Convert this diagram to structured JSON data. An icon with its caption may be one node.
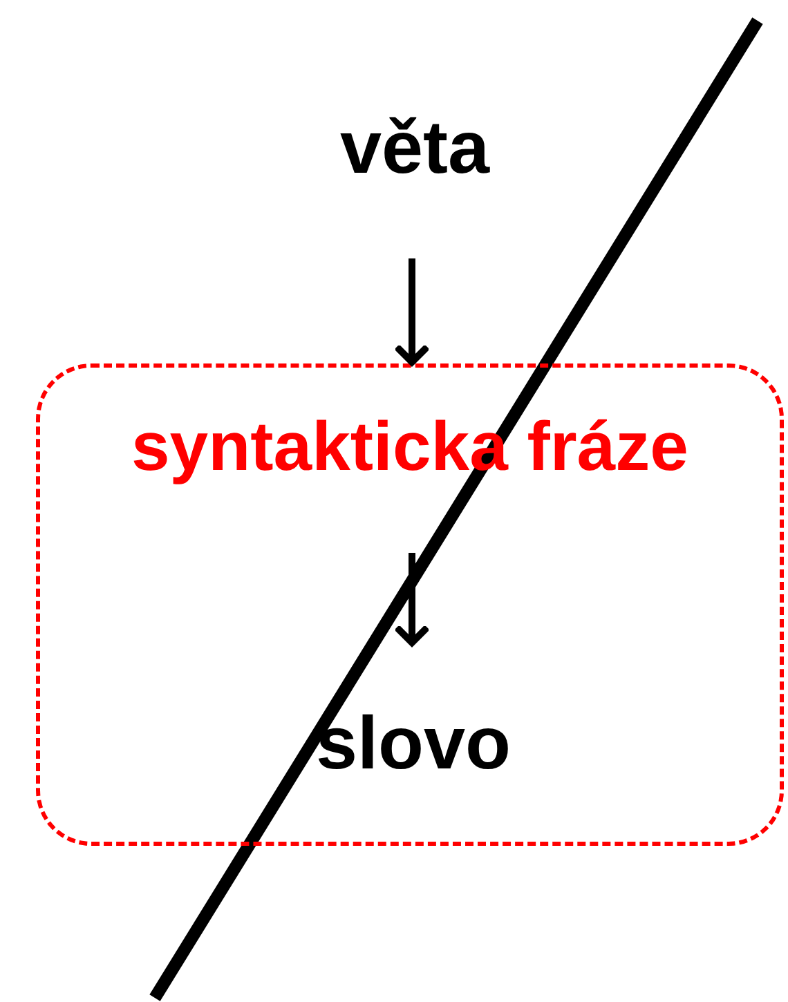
{
  "diagram": {
    "nodes": [
      {
        "text": [
          "věta"
        ]
      },
      {
        "text": [],
        "shape": "box"
      },
      {
        "text": [
          "syntakticka fráze"
        ],
        "in": 1
      },
      {
        "text": [
          "slovo"
        ],
        "in": 1
      }
    ],
    "edges": [
      {
        "from": 0,
        "to": 1,
        "arrow": "to"
      },
      {
        "from": 2,
        "to": 3,
        "arrow": "to"
      }
    ]
  }
}
